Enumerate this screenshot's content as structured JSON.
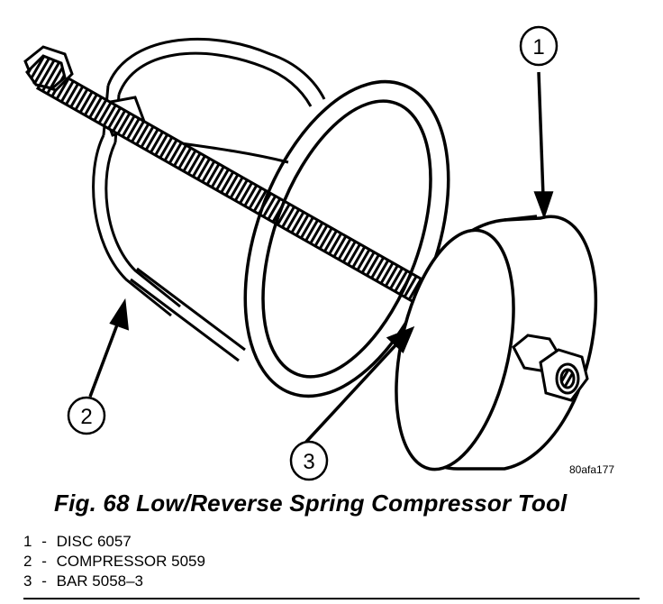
{
  "figure": {
    "image_code": "80afa177",
    "caption": "Fig. 68 Low/Reverse Spring Compressor Tool",
    "callouts": [
      {
        "number": "1"
      },
      {
        "number": "2"
      },
      {
        "number": "3"
      }
    ],
    "legend": [
      {
        "num": "1",
        "sep": "-",
        "text": "DISC 6057"
      },
      {
        "num": "2",
        "sep": "-",
        "text": "COMPRESSOR 5059"
      },
      {
        "num": "3",
        "sep": "-",
        "text": "BAR 5058–3"
      }
    ]
  }
}
